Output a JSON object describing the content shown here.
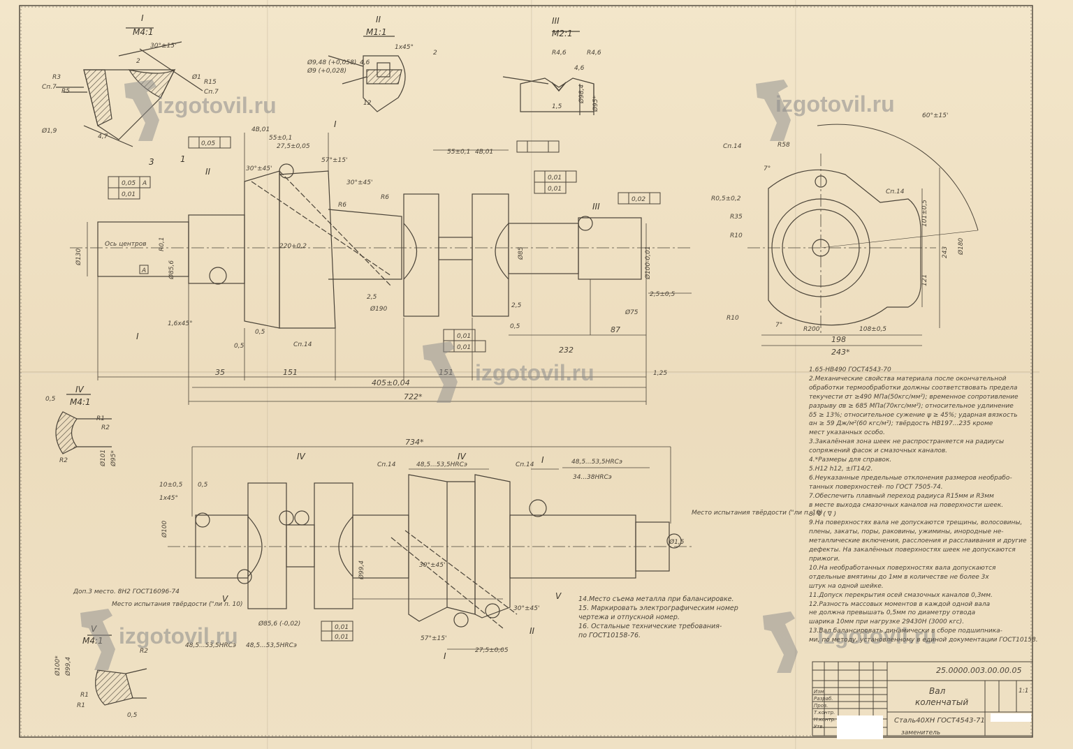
{
  "watermark": {
    "text": "izgotovil.ru",
    "color": "#8b8b8b"
  },
  "views": {
    "detail_I": {
      "roman": "I",
      "scale": "M4:1",
      "labels": [
        "30°±15'",
        "R3",
        "Сп.7",
        "R5",
        "R15",
        "Сп.7",
        "Ø1",
        "2",
        "Ø1,9",
        "4,7"
      ]
    },
    "detail_II": {
      "roman": "II",
      "scale": "M1:1",
      "labels": [
        "1х45°",
        "2",
        "Ø9,48 (+0,058)",
        "Ø9 (+0,028)",
        "4,6",
        "12"
      ]
    },
    "detail_III": {
      "roman": "III",
      "scale": "M2:1",
      "labels": [
        "R4,6",
        "R4,6",
        "1,5",
        "Ø98,4",
        "Ø95*",
        "4,6"
      ]
    },
    "detail_IV": {
      "roman": "IV",
      "scale": "M4:1",
      "labels": [
        "0,5",
        "R1",
        "R2",
        "R2",
        "Ø101",
        "Ø95*"
      ]
    },
    "detail_V": {
      "roman": "V",
      "scale": "M4:1",
      "labels": [
        "Ø100*",
        "Ø99,4",
        "R2",
        "R1",
        "R1",
        "0,5"
      ]
    }
  },
  "main_view": {
    "tolerances": [
      "0,05",
      "0,01",
      "0,05",
      "0,01",
      "0,01",
      "0,02",
      "0,01",
      "0,01"
    ],
    "datum": "A",
    "callouts": [
      "1",
      "3",
      "II",
      "I",
      "III",
      "I"
    ],
    "dims": [
      "4B,01",
      "55±0,1",
      "27,5±0,05",
      "57°±15'",
      "30°±45'",
      "30°±45'",
      "55±0,1",
      "4B,01",
      "R6",
      "R6",
      "Ø130",
      "R0,1",
      "220+0,2",
      "2,5",
      "2,5",
      "1,6х45°",
      "0,5",
      "0,5",
      "0,5",
      "Сп.14",
      "Ø190",
      "Ø100-0,01",
      "Ø85",
      "Ø75",
      "2,5±0,5",
      "87",
      "232",
      "35",
      "151",
      "151",
      "405±0,04",
      "722*",
      "1,25",
      "Ось центров",
      "Ø85,6"
    ]
  },
  "end_view": {
    "labels": [
      "Сп.14",
      "R58",
      "Сп.14",
      "R0,5±0,2",
      "R35",
      "R10",
      "R10",
      "7°",
      "7°",
      "R200",
      "108±0,5",
      "198",
      "243*",
      "60°±15'",
      "243",
      "101±0,5",
      "121",
      "Ø180"
    ]
  },
  "lower_view": {
    "labels": [
      "734*",
      "Сп.14",
      "48,5...53,5HRCэ",
      "Сп.14",
      "48,5...53,5HRCэ",
      "34...38HRCэ",
      "IV",
      "IV",
      "I",
      "V",
      "V",
      "II",
      "I",
      "10±0,5",
      "0,5",
      "1х45°",
      "Место испытания твёрдости (\"ли п. 10)",
      "Ø1,5",
      "Место испытания твёрдости (\"ли п. 10)",
      "Доп.3 место. 8Н2 ГОСТ16096-74",
      "30°±45'",
      "30°±45'",
      "57°±15'",
      "27,5±0,05",
      "48,5...53,5HRCэ",
      "48,5...53,5HRCэ",
      "Ø85,6 (-0,02)",
      "0,01",
      "0,01",
      "Ø100",
      "Ø99,4"
    ]
  },
  "middle_notes": [
    "14.Место съема металла при балансировке.",
    "15. Маркировать электрографическим номер",
    "чертежа и отпускной номер.",
    "16. Остальные технические требования-",
    "по ГОСТ10158-76."
  ],
  "notes": [
    "1.65-НВ490 ГОСТ4543-70",
    "2.Механические свойства материала после окончательной",
    "обработки термообработки должны соответствовать предела",
    "текучести σт ≥490 МПа(50кгс/мм²); временное сопротивление",
    "разрыву σв ≥ 685 МПа(70кгс/мм²); относительное удлинение",
    "δ5 ≥ 13%; относительное сужение ψ ≥ 45%; ударная вязкость",
    "αн ≥ 59 Дж/м²(60 кгс/м²); твёрдость НВ197...235 кроме",
    "мест указанных особо.",
    "3.Закалённая зона шеек не распространяется на радиусы",
    "сопряжений фасок и смазочных каналов.",
    "4.*Размеры для справок.",
    "5.Н12 h12, ±IT14/2.",
    "6.Неуказанные предельные отклонения размеров необрабо-",
    "танных поверхностей- по ГОСТ 7505-74.",
    "7.Обеспечить плавный переход радиуса R15мм и R3мм",
    "в месте выхода смазочных каналов на поверхности шеек.",
    "8. ∇ ( ∇ )",
    "9.На поверхностях вала не допускаются трещины, волосовины,",
    "плены, закаты, поры, раковины, ужимины, инородные не-",
    "металлические включения, расслоения и расслаивания и другие",
    "дефекты. На закалённых поверхностях шеек не допускаются",
    "прижоги.",
    "10.На необработанных поверхностях вала допускаются",
    "отдельные вмятины до 1мм в количестве не более 3х",
    "штук на одной шейке.",
    "11.Допуск перекрытия осей смазочных каналов 0,3мм.",
    "12.Разность массовых моментов в каждой одной вала",
    "не должна превышать 0,5мм по диаметру отвода",
    "шарика 10мм при нагрузке 29430Н (3000 кгс).",
    "13.Вал балансировать динамически в сборе подшипника-",
    "ми, по методу, установленному в единой документации ГОСТ10158."
  ],
  "title_block": {
    "code": "25.0000.003.00.00.05",
    "name_line1": "Вал",
    "name_line2": "коленчатый",
    "material": "Сталь40ХН ГОСТ4543-71",
    "material_line2": "заменитель",
    "sheet": "1:1",
    "row_labels": [
      "Изм.",
      "Разраб.",
      "Пров.",
      "Т.контр.",
      "Н.контр.",
      "Утв."
    ]
  }
}
